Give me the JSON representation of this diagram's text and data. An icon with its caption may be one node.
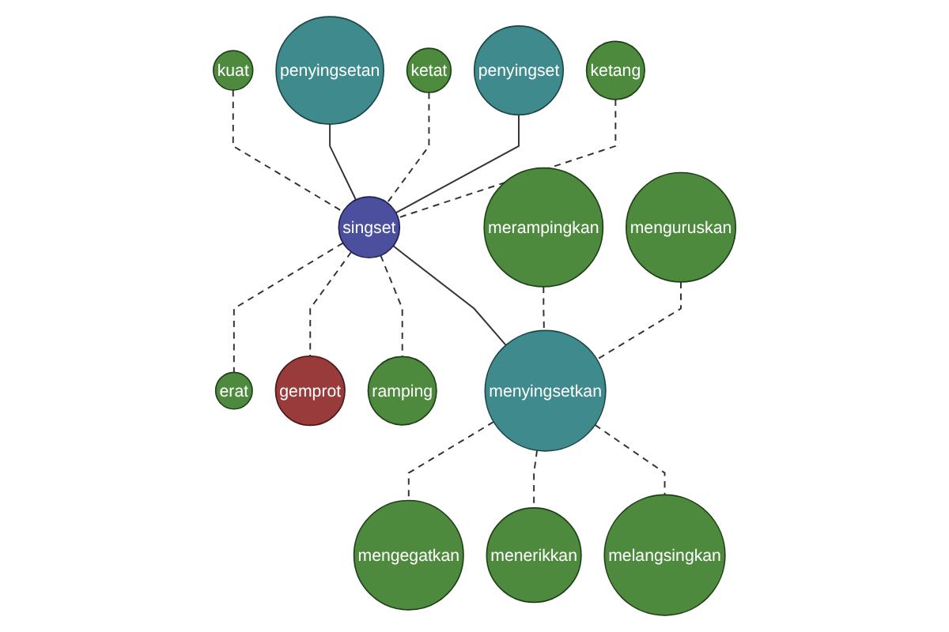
{
  "diagram": {
    "nodes": [
      {
        "text": [
          "kuat"
        ]
      },
      {
        "text": [
          "penyingsetan"
        ]
      },
      {
        "text": [
          "ketat"
        ]
      },
      {
        "text": [
          "penyingset"
        ]
      },
      {
        "text": [
          "ketang"
        ]
      },
      {
        "text": [
          "singset"
        ]
      },
      {
        "text": [
          "merampingkan"
        ]
      },
      {
        "text": [
          "erat"
        ]
      },
      {
        "text": [
          "gemprot"
        ]
      },
      {
        "text": [
          "ramping"
        ]
      },
      {
        "text": [
          "menguruskan"
        ]
      },
      {
        "text": [
          "menyingsetkan"
        ]
      },
      {
        "text": [
          "mengegatkan"
        ]
      },
      {
        "text": [
          "menerikkan"
        ]
      },
      {
        "text": [
          "melangsingkan"
        ]
      }
    ],
    "edges": [
      {
        "from": 0,
        "to": 5,
        "arrow": "none",
        "style": "dashed"
      },
      {
        "from": 1,
        "to": 5,
        "arrow": "none"
      },
      {
        "from": 2,
        "to": 5,
        "arrow": "none",
        "style": "dashed"
      },
      {
        "from": 3,
        "to": 5,
        "arrow": "none"
      },
      {
        "from": 4,
        "to": 5,
        "arrow": "none",
        "style": "dashed"
      },
      {
        "from": 5,
        "to": 7,
        "arrow": "none",
        "style": "dashed"
      },
      {
        "from": 5,
        "to": 8,
        "arrow": "none",
        "style": "dashed"
      },
      {
        "from": 5,
        "to": 9,
        "arrow": "none",
        "style": "dashed"
      },
      {
        "from": 5,
        "to": 11,
        "arrow": "none"
      },
      {
        "from": 6,
        "to": 11,
        "arrow": "none",
        "style": "dashed"
      },
      {
        "from": 10,
        "to": 11,
        "arrow": "none",
        "style": "dashed"
      },
      {
        "from": 11,
        "to": 12,
        "arrow": "none",
        "style": "dashed"
      },
      {
        "from": 11,
        "to": 13,
        "arrow": "none",
        "style": "dashed"
      },
      {
        "from": 11,
        "to": 14,
        "arrow": "none",
        "style": "dashed"
      }
    ]
  }
}
